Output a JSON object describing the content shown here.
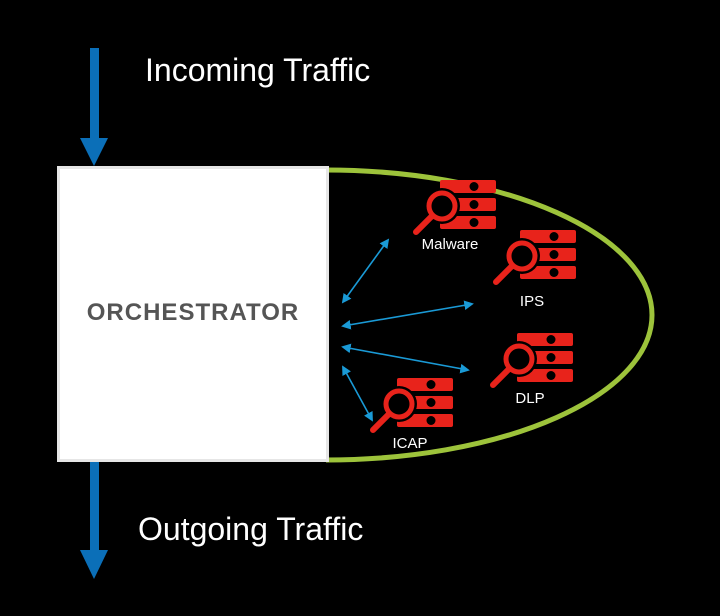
{
  "title_in": "Incoming Traffic",
  "title_out": "Outgoing Traffic",
  "orchestrator": "ORCHESTRATOR",
  "services": [
    {
      "label": "Malware",
      "icon": "security-scan-server-icon"
    },
    {
      "label": "IPS",
      "icon": "security-scan-server-icon"
    },
    {
      "label": "DLP",
      "icon": "security-scan-server-icon"
    },
    {
      "label": "ICAP",
      "icon": "security-scan-server-icon"
    }
  ],
  "colors": {
    "flow_arrow": "#0b6fb8",
    "link_arrow": "#1a9ad6",
    "ellipse": "#9dc33b",
    "icon": "#e8231b"
  }
}
